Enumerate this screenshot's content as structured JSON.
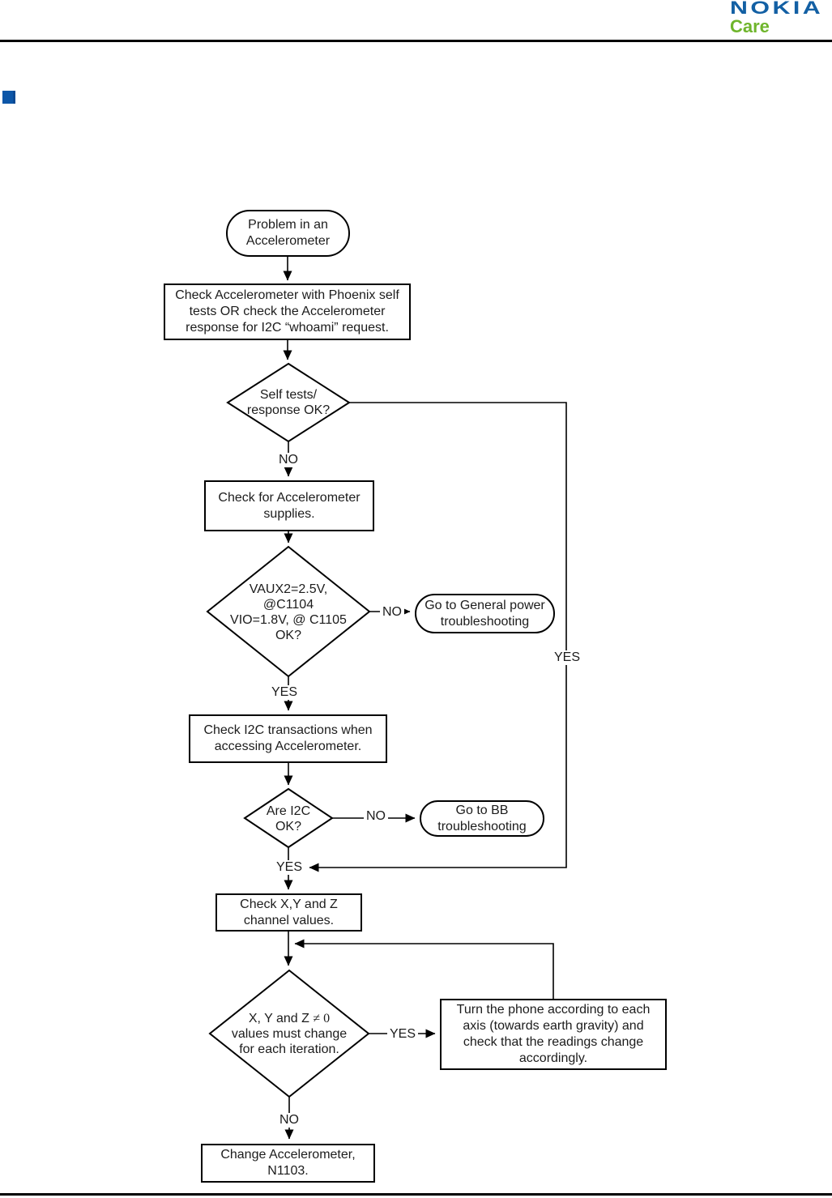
{
  "header": {
    "brand": "NOKIA",
    "sub_brand": "Care",
    "brand_color": "#1360a4",
    "sub_brand_color": "#6fb52c"
  },
  "section": {
    "marker_color": "#0c56a8"
  },
  "flow": {
    "nodes": {
      "start": {
        "type": "terminator",
        "lines": [
          "Problem in an",
          "Accelerometer"
        ]
      },
      "check_phoenix": {
        "type": "process",
        "lines": [
          "Check Accelerometer with Phoenix self",
          "tests OR check the Accelerometer",
          "response for I2C “whoami” request."
        ]
      },
      "self_tests_ok": {
        "type": "decision",
        "lines": [
          "Self tests/",
          "response OK?"
        ]
      },
      "check_supplies": {
        "type": "process",
        "lines": [
          "Check for Accelerometer",
          "supplies."
        ]
      },
      "vaux_ok": {
        "type": "decision",
        "lines": [
          "VAUX2=2.5V,",
          "@C1104",
          "VIO=1.8V, @ C1105",
          "OK?"
        ]
      },
      "general_power": {
        "type": "terminator",
        "lines": [
          "Go to General power",
          "troubleshooting"
        ]
      },
      "check_i2c": {
        "type": "process",
        "lines": [
          "Check I2C transactions when",
          "accessing Accelerometer."
        ]
      },
      "i2c_ok": {
        "type": "decision",
        "lines": [
          "Are I2C",
          "OK?"
        ]
      },
      "bb_troubleshooting": {
        "type": "terminator",
        "lines": [
          "Go to BB",
          "troubleshooting"
        ]
      },
      "check_xyz": {
        "type": "process",
        "lines": [
          "Check X,Y and Z",
          "channel values."
        ]
      },
      "xyz_change": {
        "type": "decision",
        "line1_text": "X, Y and Z",
        "line1_math": "≠ 0",
        "lines": [
          "values must change",
          "for each iteration."
        ]
      },
      "turn_phone": {
        "type": "process",
        "lines": [
          "Turn the phone according to each",
          "axis (towards earth gravity) and",
          "check that the readings change",
          "accordingly."
        ]
      },
      "change_accel": {
        "type": "process",
        "lines": [
          "Change Accelerometer,",
          "N1103."
        ]
      }
    },
    "edge_labels": {
      "self_tests_no": "NO",
      "self_tests_yes": "YES",
      "vaux_no": "NO",
      "vaux_yes": "YES",
      "i2c_no": "NO",
      "i2c_yes": "YES",
      "xyz_yes": "YES",
      "xyz_no": "NO"
    }
  }
}
